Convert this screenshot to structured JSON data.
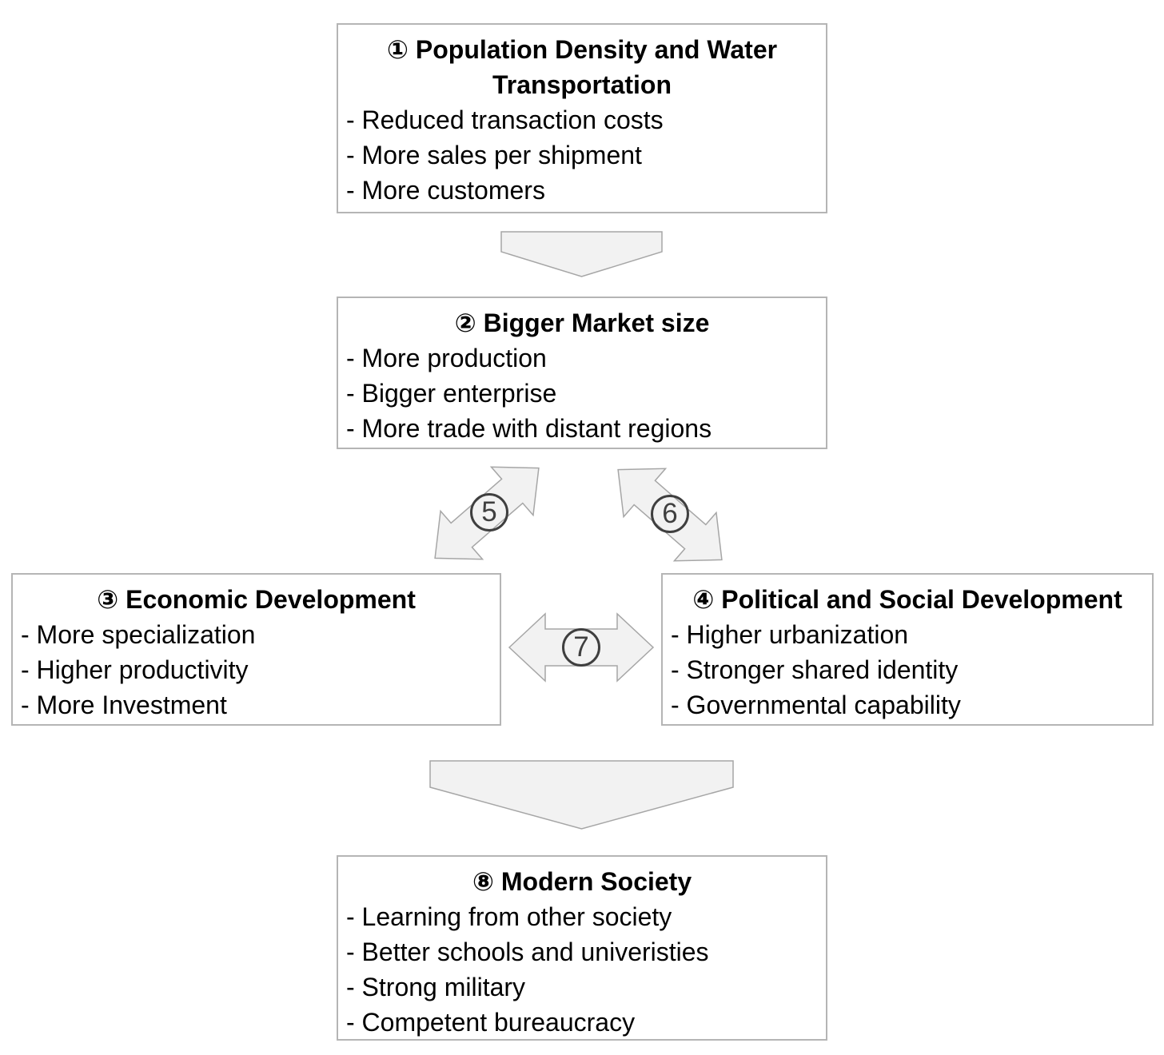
{
  "diagram": {
    "boxes": [
      {
        "id": "population-density-water-transportation",
        "title": "① Population Density and Water Transportation",
        "bullets": [
          "- Reduced transaction costs",
          "- More sales per shipment",
          "- More customers"
        ]
      },
      {
        "id": "bigger-market-size",
        "title": "② Bigger Market size",
        "bullets": [
          "- More production",
          "- Bigger enterprise",
          "- More trade with distant regions"
        ]
      },
      {
        "id": "economic-development",
        "title": "③ Economic Development",
        "bullets": [
          "- More specialization",
          "- Higher productivity",
          "- More Investment"
        ]
      },
      {
        "id": "political-social-development",
        "title": "④ Political and Social Development",
        "bullets": [
          "- Higher urbanization",
          "- Stronger shared identity",
          "- Governmental capability"
        ]
      },
      {
        "id": "modern-society",
        "title": "⑧ Modern Society",
        "bullets": [
          "- Learning from other society",
          "- Better schools and univeristies",
          "- Strong military",
          "- Competent bureaucracy"
        ]
      }
    ],
    "connectors": [
      {
        "id": "arrow-box1-to-box2",
        "shape": "down-chevron",
        "label": ""
      },
      {
        "id": "arrow-box2-box3",
        "shape": "diagonal-double-arrow",
        "label": "5"
      },
      {
        "id": "arrow-box2-box4",
        "shape": "diagonal-double-arrow",
        "label": "6"
      },
      {
        "id": "arrow-box3-box4",
        "shape": "horizontal-double-arrow",
        "label": "7"
      },
      {
        "id": "arrow-row-to-box8",
        "shape": "down-chevron",
        "label": ""
      }
    ],
    "colors": {
      "arrow_fill": "#f2f2f2",
      "arrow_border": "#a6a6a6",
      "box_border": "#b5b5b5",
      "label_color": "#3f3f3f",
      "text": "#000000"
    }
  }
}
